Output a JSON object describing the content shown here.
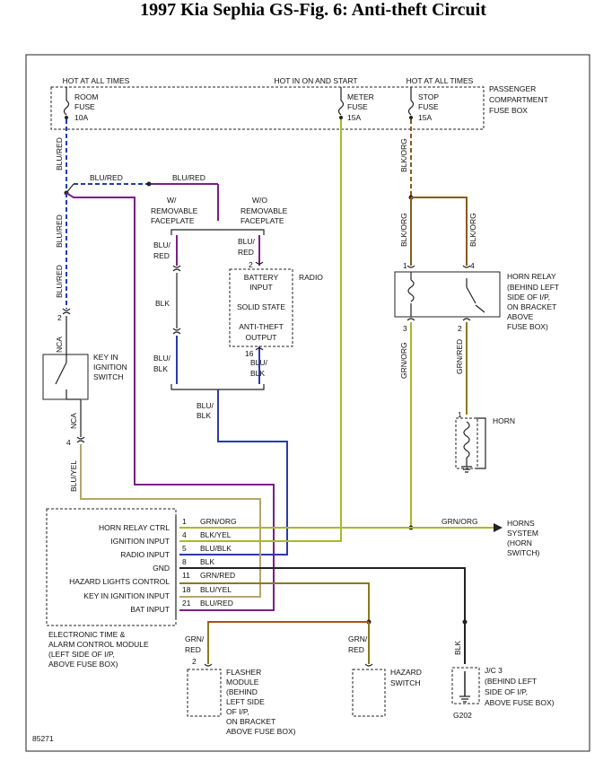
{
  "title": "1997 Kia Sephia GS-Fig. 6: Anti-theft Circuit",
  "figure_number": "85271",
  "fuse_box": {
    "hot_at_all_times_1": "HOT AT ALL TIMES",
    "hot_in_on_and_start": "HOT IN ON AND START",
    "hot_at_all_times_2": "HOT AT ALL TIMES",
    "label": [
      "PASSENGER",
      "COMPARTMENT",
      "FUSE BOX"
    ],
    "room_fuse": [
      "ROOM",
      "FUSE",
      "10A"
    ],
    "meter_fuse": [
      "METER",
      "FUSE",
      "15A"
    ],
    "stop_fuse": [
      "STOP",
      "FUSE",
      "15A"
    ]
  },
  "wire_labels": {
    "blu_red": "BLU/RED",
    "blu_red_split": [
      "BLU/",
      "RED"
    ],
    "blk": "BLK",
    "blu_blk_split": [
      "BLU/",
      "BLK"
    ],
    "blk_org": "BLK/ORG",
    "grn_org": "GRN/ORG",
    "grn_red": "GRN/RED",
    "grn_red_split": [
      "GRN/",
      "RED"
    ],
    "nca": "NCA",
    "blu_yel": "BLU/YEL"
  },
  "faceplate": {
    "with": [
      "W/",
      "REMOVABLE",
      "FACEPLATE"
    ],
    "without": [
      "W/O",
      "REMOVABLE",
      "FACEPLATE"
    ]
  },
  "radio": {
    "name": "RADIO",
    "battery_input": [
      "BATTERY",
      "INPUT"
    ],
    "solid_state": "SOLID STATE",
    "anti_theft_output": [
      "ANTI-THEFT",
      "OUTPUT"
    ],
    "pin_battery": "2",
    "pin_output": "16"
  },
  "key_switch": {
    "label": [
      "KEY IN",
      "IGNITION",
      "SWITCH"
    ],
    "pin_top": "2",
    "pin_bottom": "4"
  },
  "horn_relay": {
    "label": [
      "HORN RELAY",
      "(BEHIND LEFT",
      "SIDE OF I/P,",
      "ON BRACKET",
      "ABOVE",
      "FUSE BOX)"
    ],
    "pins": [
      "1",
      "4",
      "3",
      "2"
    ]
  },
  "horn": {
    "label": "HORN",
    "pin": "1"
  },
  "horns_system": [
    "HORNS",
    "SYSTEM",
    "(HORN",
    "SWITCH)"
  ],
  "etacm": {
    "label": [
      "ELECTRONIC TIME &",
      "ALARM CONTROL MODULE",
      "(LEFT SIDE OF I/P,",
      "ABOVE FUSE BOX)"
    ],
    "rows": [
      {
        "input": "HORN RELAY CTRL",
        "pin": "1",
        "wire": "GRN/ORG"
      },
      {
        "input": "IGNITION INPUT",
        "pin": "4",
        "wire": "BLK/YEL"
      },
      {
        "input": "RADIO INPUT",
        "pin": "5",
        "wire": "BLU/BLK"
      },
      {
        "input": "GND",
        "pin": "8",
        "wire": "BLK"
      },
      {
        "input": "HAZARD LIGHTS CONTROL",
        "pin": "11",
        "wire": "GRN/RED"
      },
      {
        "input": "KEY IN IGNITION INPUT",
        "pin": "18",
        "wire": "BLU/YEL"
      },
      {
        "input": "BAT INPUT",
        "pin": "21",
        "wire": "BLU/RED"
      }
    ]
  },
  "flasher": {
    "label": [
      "FLASHER",
      "MODULE",
      "(BEHIND",
      "LEFT SIDE",
      "OF I/P,",
      "ON BRACKET",
      "ABOVE FUSE BOX)"
    ],
    "pin": "2"
  },
  "hazard_switch": {
    "label": [
      "HAZARD",
      "SWITCH"
    ]
  },
  "jc3": {
    "label": [
      "J/C 3",
      "(BEHIND LEFT",
      "SIDE OF I/P,",
      "ABOVE FUSE BOX)"
    ]
  },
  "ground": "G202",
  "colors": {
    "blu_red": "#7b1f86",
    "blu_red_dashed": "#1a3fb0",
    "blu_blk": "#2b3aa8",
    "blk": "#222222",
    "blk_org": "#8a5a1c",
    "grn_org": "#a9b82c",
    "grn_red": "#8c7a1a",
    "blu_yel": "#b6a46a",
    "nca": "#777777",
    "red": "#cc2222"
  }
}
